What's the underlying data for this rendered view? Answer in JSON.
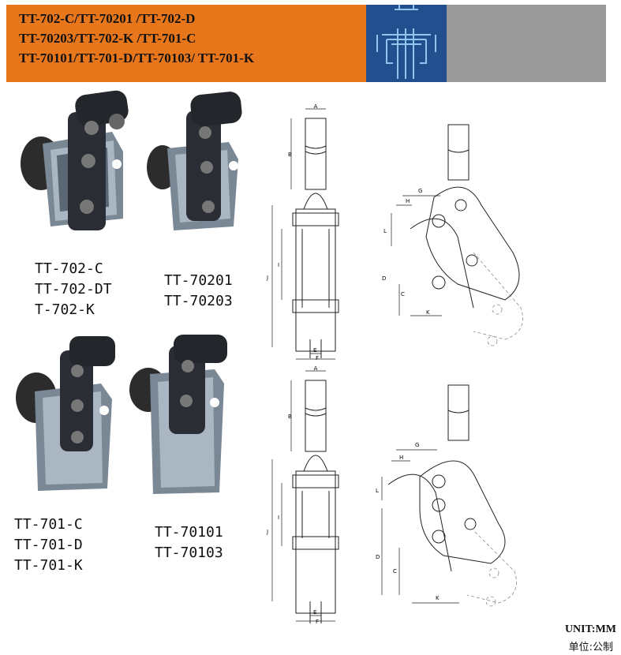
{
  "header": {
    "lines": [
      "TT-702-C/TT-70201 /TT-702-D",
      "TT-70203/TT-702-K /TT-701-C",
      "TT-70101/TT-701-D/TT-70103/ TT-701-K"
    ],
    "accent": "#e8761a",
    "logo_bg": "#244f8e",
    "grey": "#9a9a9a"
  },
  "products": {
    "group1": [
      "TT-702-C",
      "TT-702-DT",
      "T-702-K"
    ],
    "group2": [
      "TT-70201",
      "TT-70203"
    ],
    "group3": [
      "TT-701-C",
      "TT-701-D",
      "TT-701-K"
    ],
    "group4": [
      "TT-70101",
      "TT-70103"
    ]
  },
  "dims": {
    "A": "A",
    "B": "B",
    "C": "C",
    "D": "D",
    "E": "E",
    "F": "F",
    "G": "G",
    "H": "H",
    "I": "I",
    "J": "J",
    "K": "K",
    "L": "L"
  },
  "unit": {
    "en": "UNIT:MM",
    "cn": "单位:公制"
  }
}
